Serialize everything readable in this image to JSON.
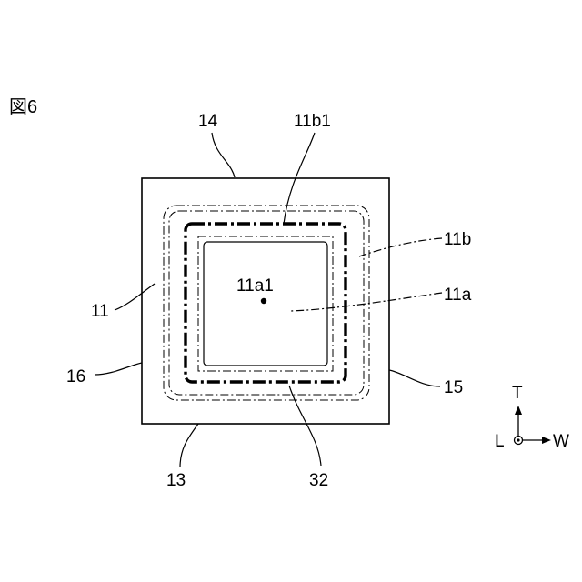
{
  "figure": {
    "title": "図6",
    "labels": {
      "l14": "14",
      "l11b1": "11b1",
      "l11b": "11b",
      "l11a": "11a",
      "l11a1": "11a1",
      "l11": "11",
      "l16": "16",
      "l15": "15",
      "l13": "13",
      "l32": "32"
    },
    "axes": {
      "up": "T",
      "left": "L",
      "right": "W"
    }
  }
}
